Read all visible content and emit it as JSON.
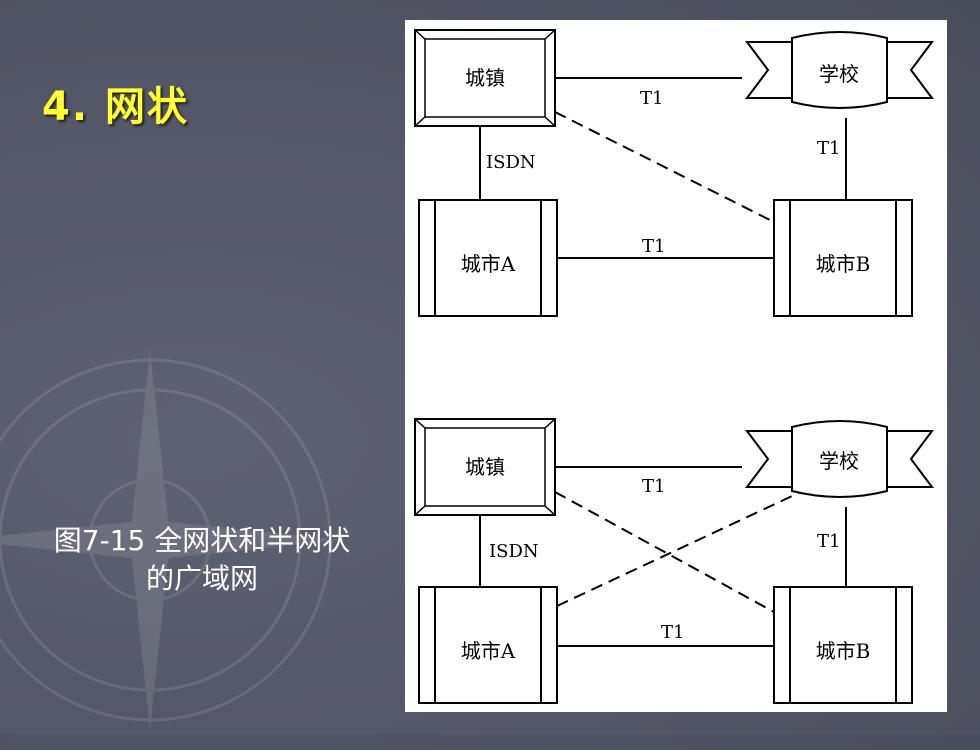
{
  "title": "4. 网状",
  "caption": [
    "图7-15  全网状和半网状",
    "的广域网"
  ],
  "colors": {
    "title": "#ffff33",
    "caption": "#ffffff",
    "background": "#535666",
    "panel": "#ffffff",
    "line": "#000000"
  },
  "diagrams": [
    {
      "nodes": {
        "town": "城镇",
        "school": "学校",
        "city_a": "城市A",
        "city_b": "城市B"
      },
      "links": [
        {
          "from": "town",
          "to": "school",
          "label": "T1",
          "style": "solid"
        },
        {
          "from": "town",
          "to": "city_a",
          "label": "ISDN",
          "style": "solid"
        },
        {
          "from": "school",
          "to": "city_b",
          "label": "T1",
          "style": "solid"
        },
        {
          "from": "city_a",
          "to": "city_b",
          "label": "T1",
          "style": "solid"
        },
        {
          "from": "town",
          "to": "city_b",
          "label": "",
          "style": "dashed"
        }
      ]
    },
    {
      "nodes": {
        "town": "城镇",
        "school": "学校",
        "city_a": "城市A",
        "city_b": "城市B"
      },
      "links": [
        {
          "from": "town",
          "to": "school",
          "label": "T1",
          "style": "solid"
        },
        {
          "from": "town",
          "to": "city_a",
          "label": "ISDN",
          "style": "solid"
        },
        {
          "from": "school",
          "to": "city_b",
          "label": "T1",
          "style": "solid"
        },
        {
          "from": "city_a",
          "to": "city_b",
          "label": "T1",
          "style": "solid"
        },
        {
          "from": "town",
          "to": "city_b",
          "label": "",
          "style": "dashed"
        },
        {
          "from": "city_a",
          "to": "school",
          "label": "",
          "style": "dashed"
        }
      ]
    }
  ]
}
